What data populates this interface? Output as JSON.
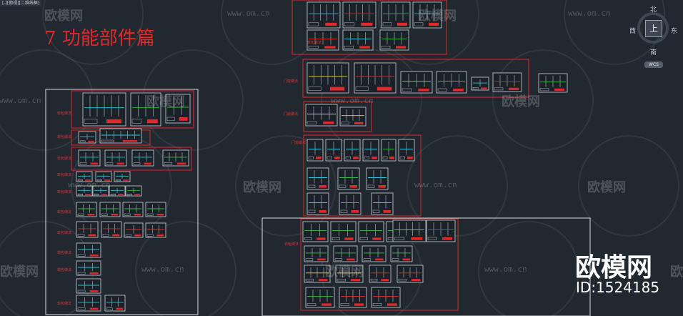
{
  "window": {
    "title": "[-][俯视][二维线框]"
  },
  "drawing": {
    "title": "7  功能部件篇",
    "labels": {
      "left_sheet": [
        "软包做法",
        "软包做法",
        "软包做法",
        "软包做法",
        "软包做法",
        "软包做法",
        "软包做法",
        "软包做法",
        "软包做法",
        "软包做法"
      ],
      "top_sheet_label": "软包做法",
      "mid_labels": [
        "门窗做法",
        "门窗做法",
        "门窗做法",
        "衣柜做法"
      ]
    }
  },
  "viewcube": {
    "north": "北",
    "south": "南",
    "east": "东",
    "west": "西",
    "face": "上",
    "wcs": "WCS"
  },
  "watermark": {
    "brand": "欧模网",
    "url": "www.om.cn",
    "id": "ID:1524185"
  },
  "colors": {
    "background": "#212830",
    "accent_red": "#e0292b",
    "line_white": "#d9dde2",
    "cyan": "#29c8d8",
    "yellow": "#e8d82a",
    "green": "#30c040"
  }
}
